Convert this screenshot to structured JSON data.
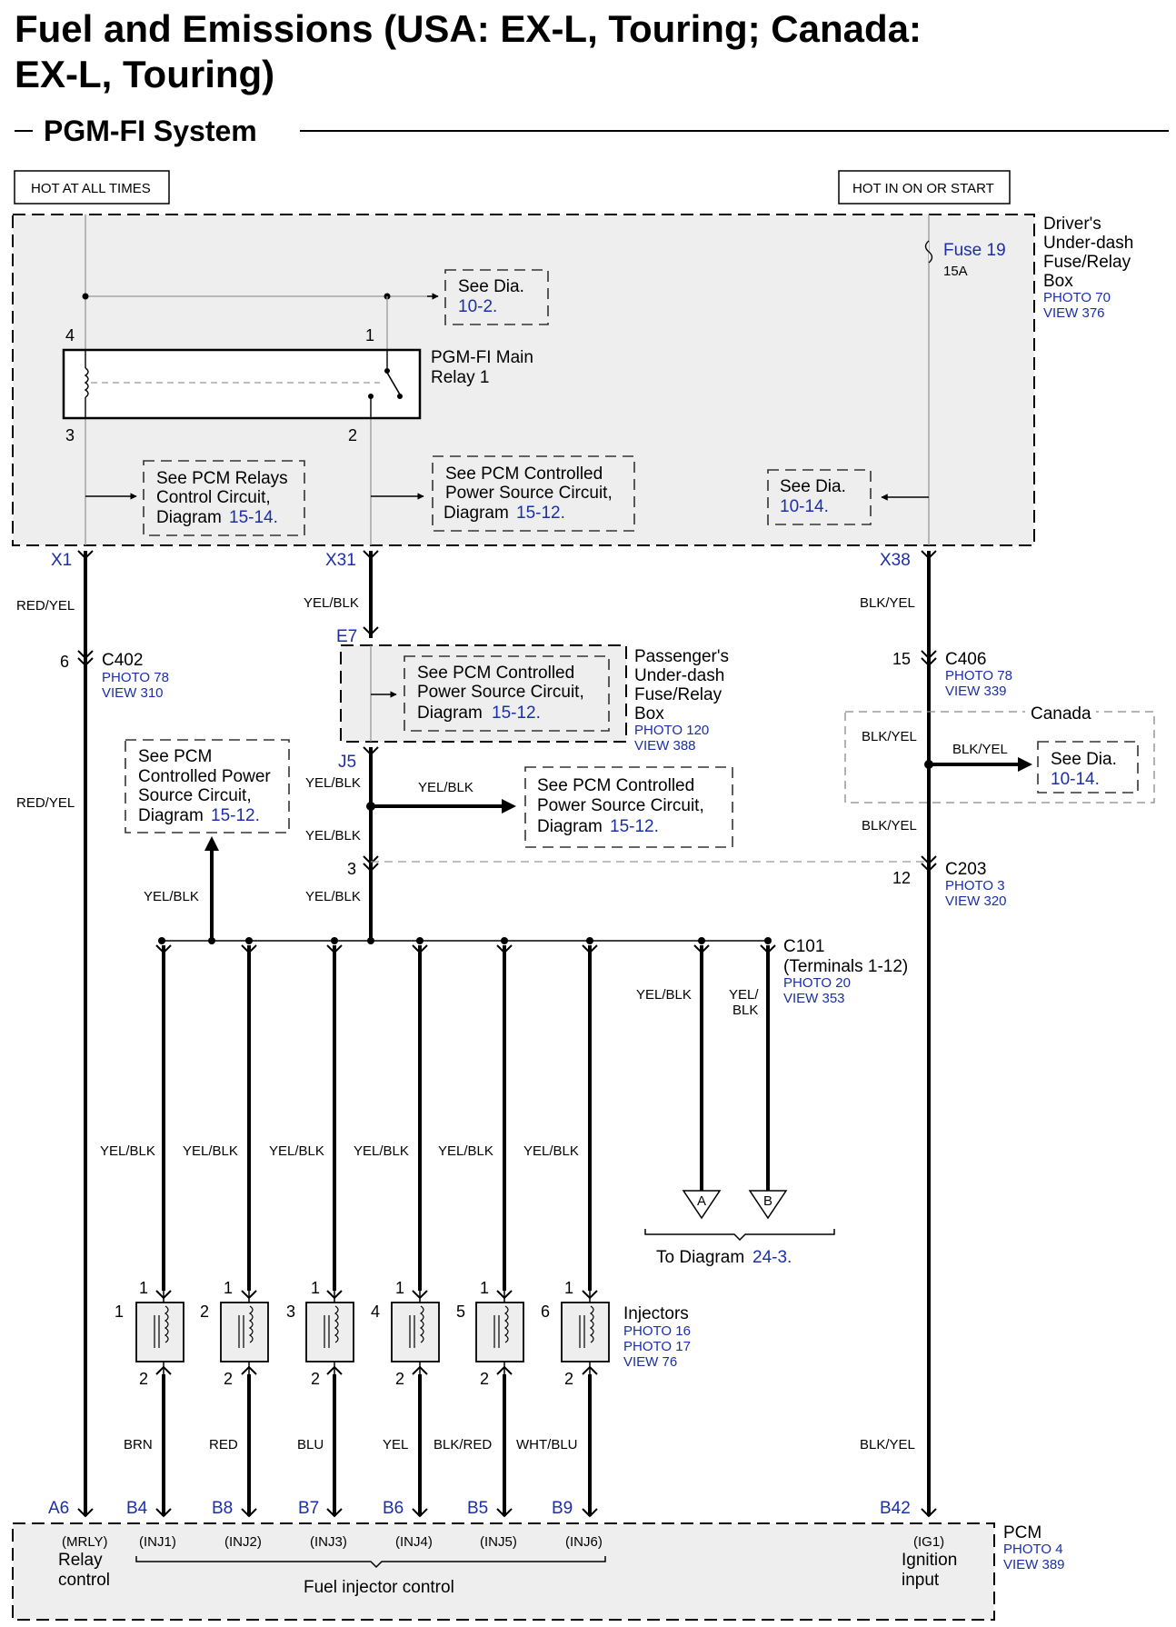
{
  "title": {
    "line1": "Fuel and Emissions (USA: EX-L, Touring; Canada:",
    "line2": "EX-L, Touring)"
  },
  "subtitle": "PGM-FI System",
  "power": {
    "hot_at_all_times": "HOT AT ALL TIMES",
    "hot_in_on_or_start": "HOT IN ON OR START"
  },
  "driver_box": {
    "name_lines": [
      "Driver's",
      "Under-dash",
      "Fuse/Relay",
      "Box"
    ],
    "photo": "PHOTO 70",
    "view": "VIEW 376",
    "fuse": "Fuse 19",
    "fuse_rating": "15A"
  },
  "relay": {
    "name_lines": [
      "PGM-FI Main",
      "Relay 1"
    ],
    "pins": [
      "4",
      "1",
      "3",
      "2"
    ]
  },
  "refs": {
    "dia_10_2": {
      "line1": "See Dia.",
      "link": "10-2."
    },
    "pcm_relays": {
      "line1": "See PCM Relays",
      "line2": "Control Circuit,",
      "line3": "Diagram",
      "link": "15-14."
    },
    "pcm_cps_1": {
      "line1": "See PCM Controlled",
      "line2": "Power Source Circuit,",
      "line3": "Diagram",
      "link": "15-12."
    },
    "dia_10_14_a": {
      "line1": "See Dia.",
      "link": "10-14."
    },
    "pcm_cps_2": {
      "line1": "See PCM Controlled",
      "line2": "Power Source Circuit,",
      "line3": "Diagram",
      "link": "15-12."
    },
    "pcm_cps_3": {
      "line1": "See PCM",
      "line2": "Controlled Power",
      "line3": "Source Circuit,",
      "line4": "Diagram",
      "link": "15-12."
    },
    "pcm_cps_4": {
      "line1": "See PCM Controlled",
      "line2": "Power Source Circuit,",
      "line3": "Diagram",
      "link": "15-12."
    },
    "dia_10_14_b": {
      "line1": "See Dia.",
      "link": "10-14."
    }
  },
  "terminals": {
    "x1": "X1",
    "x31": "X31",
    "x38": "X38",
    "e7": "E7",
    "j5": "J5",
    "a6": "A6",
    "b4": "B4",
    "b8": "B8",
    "b7": "B7",
    "b6": "B6",
    "b5": "B5",
    "b9": "B9",
    "b42": "B42"
  },
  "connectors": {
    "c402": {
      "name": "C402",
      "pin": "6",
      "photo": "PHOTO 78",
      "view": "VIEW 310"
    },
    "c406": {
      "name": "C406",
      "pin": "15",
      "photo": "PHOTO 78",
      "view": "VIEW 339"
    },
    "c203": {
      "name": "C203",
      "pin_left": "3",
      "pin_right": "12",
      "photo": "PHOTO 3",
      "view": "VIEW 320"
    },
    "c101": {
      "name": "C101",
      "detail": "(Terminals 1-12)",
      "photo": "PHOTO 20",
      "view": "VIEW 353"
    }
  },
  "passenger_box": {
    "name_lines": [
      "Passenger's",
      "Under-dash",
      "Fuse/Relay",
      "Box"
    ],
    "photo": "PHOTO 120",
    "view": "VIEW 388"
  },
  "canada_label": "Canada",
  "wires": {
    "red_yel": "RED/YEL",
    "yel_blk": "YEL/BLK",
    "blk_yel": "BLK/YEL",
    "yel_blk_split": [
      "YEL/",
      "BLK"
    ],
    "injector_colors": [
      "BRN",
      "RED",
      "BLU",
      "YEL",
      "BLK/RED",
      "WHT/BLU"
    ]
  },
  "injectors": {
    "label": "Injectors",
    "photos": [
      "PHOTO 16",
      "PHOTO 17"
    ],
    "view": "VIEW 76",
    "numbers": [
      "1",
      "2",
      "3",
      "4",
      "5",
      "6"
    ],
    "pin_top": "1",
    "pin_bottom": "2"
  },
  "to_diagram": {
    "label": "To Diagram",
    "link": "24-3.",
    "a": "A",
    "b": "B"
  },
  "pcm": {
    "name": "PCM",
    "photo": "PHOTO 4",
    "view": "VIEW 389",
    "mrly": "(MRLY)",
    "relay_control": [
      "Relay",
      "control"
    ],
    "inj_codes": [
      "(INJ1)",
      "(INJ2)",
      "(INJ3)",
      "(INJ4)",
      "(INJ5)",
      "(INJ6)"
    ],
    "fuel_injector_control": "Fuel injector control",
    "ig1": "(IG1)",
    "ignition_input": [
      "Ignition",
      "input"
    ]
  }
}
